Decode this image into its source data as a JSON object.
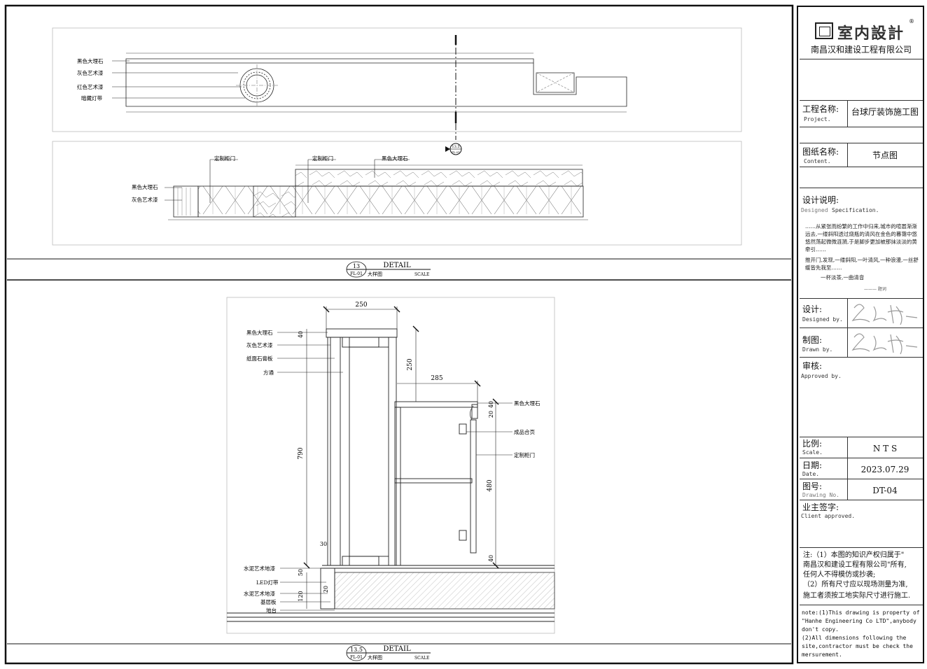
{
  "company": {
    "logo_text": "室内設計",
    "registered_mark": "®",
    "name": "南昌汉和建设工程有限公司"
  },
  "titleblock": {
    "project_label": "工程名称:",
    "project_label_en": "Project.",
    "project_value": "台球厅装饰施工图",
    "content_label": "图纸名称:",
    "content_label_en": "Content.",
    "content_value": "节点图",
    "spec_label": "设计说明:",
    "spec_label_en_a": "Designed",
    "spec_label_en_b": "Specification.",
    "spec_text_1": "……从紧张而纷繁的工作中归来,城市的喧嚣渐渐远去,一缕斜阳透过烧瓶的清风在金色的暮霭中悠悠然荡起微微涟漪,于是脚步更加被那抹淡淡的黄牵引……",
    "spec_text_2": "推开门,发现,一缕斜阳,一叶清风,一种浪漫,一丝舒缓皆先我至……",
    "spec_text_3": "一杯淡茶,一曲清音",
    "spec_sign": "——— 题词",
    "designer_label": "设计:",
    "designer_label_en": "Designed by.",
    "drawn_label": "制图:",
    "drawn_label_en": "Drawn by.",
    "approved_label": "审核:",
    "approved_label_en": "Approved by.",
    "scale_label": "比例:",
    "scale_label_en": "Scale.",
    "scale_value": "N T S",
    "date_label": "日期:",
    "date_label_en": "Date.",
    "date_value": "2023.07.29",
    "drawing_no_label": "图号:",
    "drawing_no_label_en": "Drawing No.",
    "drawing_no_value": "DT-04",
    "client_label": "业主签字:",
    "client_label_en": "Client approved.",
    "note_cn_1": "注:（1）本图的知识产权归属于\"",
    "note_cn_2": "南昌汉和建设工程有限公司\"所有,",
    "note_cn_3": "任何人不得模仿或抄袭;",
    "note_cn_4": "（2）所有尺寸应以现场测量为准,",
    "note_cn_5": "施工者须按工地实际尺寸进行施工.",
    "note_en_1": "note:(1)This drawing is property of",
    "note_en_2": "\"Hanhe Engineering Co LTD\",anybody",
    "note_en_3": "don't copy.",
    "note_en_4": "(2)All dimensions following the",
    "note_en_5": "site,contractor must be check the",
    "note_en_6": "mersurement."
  },
  "detail_top": {
    "num": "13",
    "ref": "FL-01",
    "title": "DETAIL",
    "sub": "大样图",
    "scale": "SCALE",
    "plan_labels": [
      "黑色大理石",
      "灰色艺术漆",
      "红色艺术漆",
      "暗藏灯带"
    ],
    "elev_labels": [
      "定制柜门",
      "定制柜门",
      "黑色大理石",
      "黑色大理石",
      "灰色艺术漆"
    ],
    "section_mark_num": "13.5",
    "section_mark_ref": "FL-01"
  },
  "detail_bottom": {
    "num": "13.5",
    "ref": "FL-01",
    "title": "DETAIL",
    "sub": "大样图",
    "scale": "SCALE",
    "left_labels": [
      "黑色大理石",
      "灰色艺术漆",
      "纸面石膏板",
      "方通",
      "水泥艺术地漆",
      "LED灯带",
      "水泥艺术地漆",
      "基层板",
      "地台"
    ],
    "right_labels": [
      "黑色大理石",
      "成品合页",
      "定制柜门"
    ],
    "dims": {
      "d250": "250",
      "d285": "285",
      "d40a": "40",
      "d250v": "250",
      "d790": "790",
      "d40b": "40",
      "d20": "20",
      "d480": "480",
      "d40c": "40",
      "d30": "30",
      "d50": "50",
      "d20b": "20",
      "d120": "120"
    }
  }
}
